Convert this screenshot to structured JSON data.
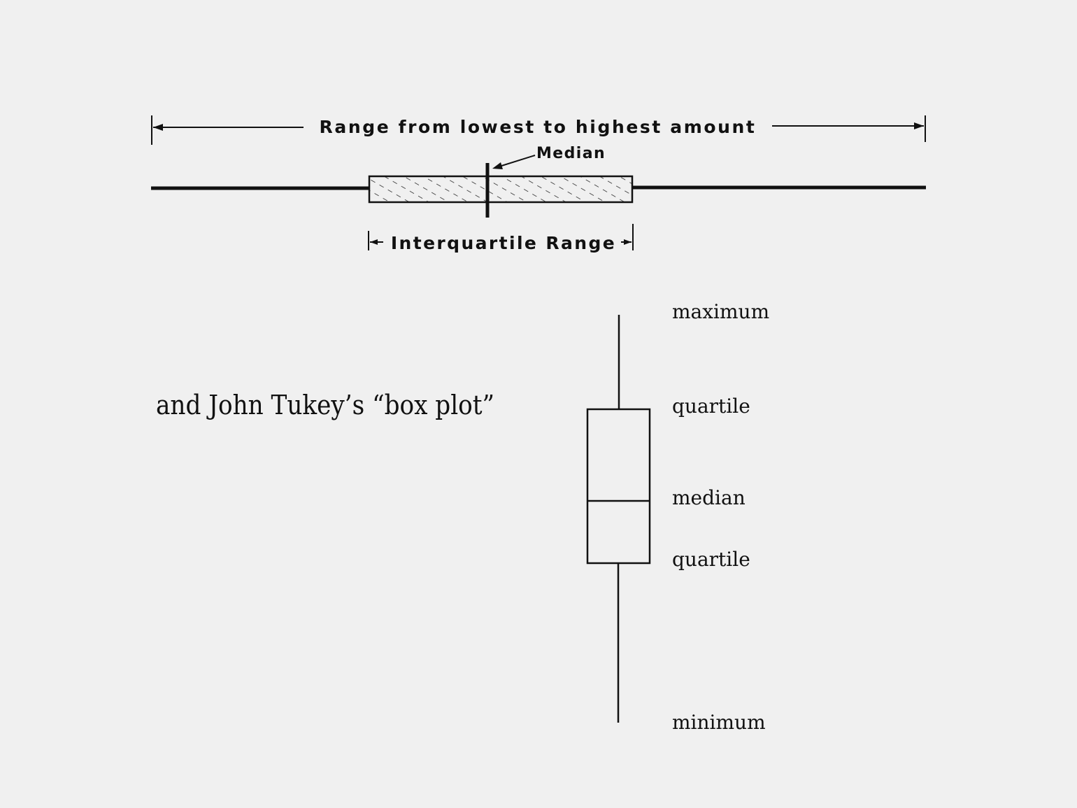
{
  "range_diagram": {
    "range_label": "Range from lowest to highest amount",
    "median_label": "Median",
    "iqr_label": "Interquartile Range"
  },
  "caption": "and John Tukey’s “box plot”",
  "box_plot": {
    "labels": {
      "maximum": "maximum",
      "upper_quartile": "quartile",
      "median": "median",
      "lower_quartile": "quartile",
      "minimum": "minimum"
    }
  },
  "colors": {
    "background": "#f0f0f0",
    "ink": "#111111"
  }
}
